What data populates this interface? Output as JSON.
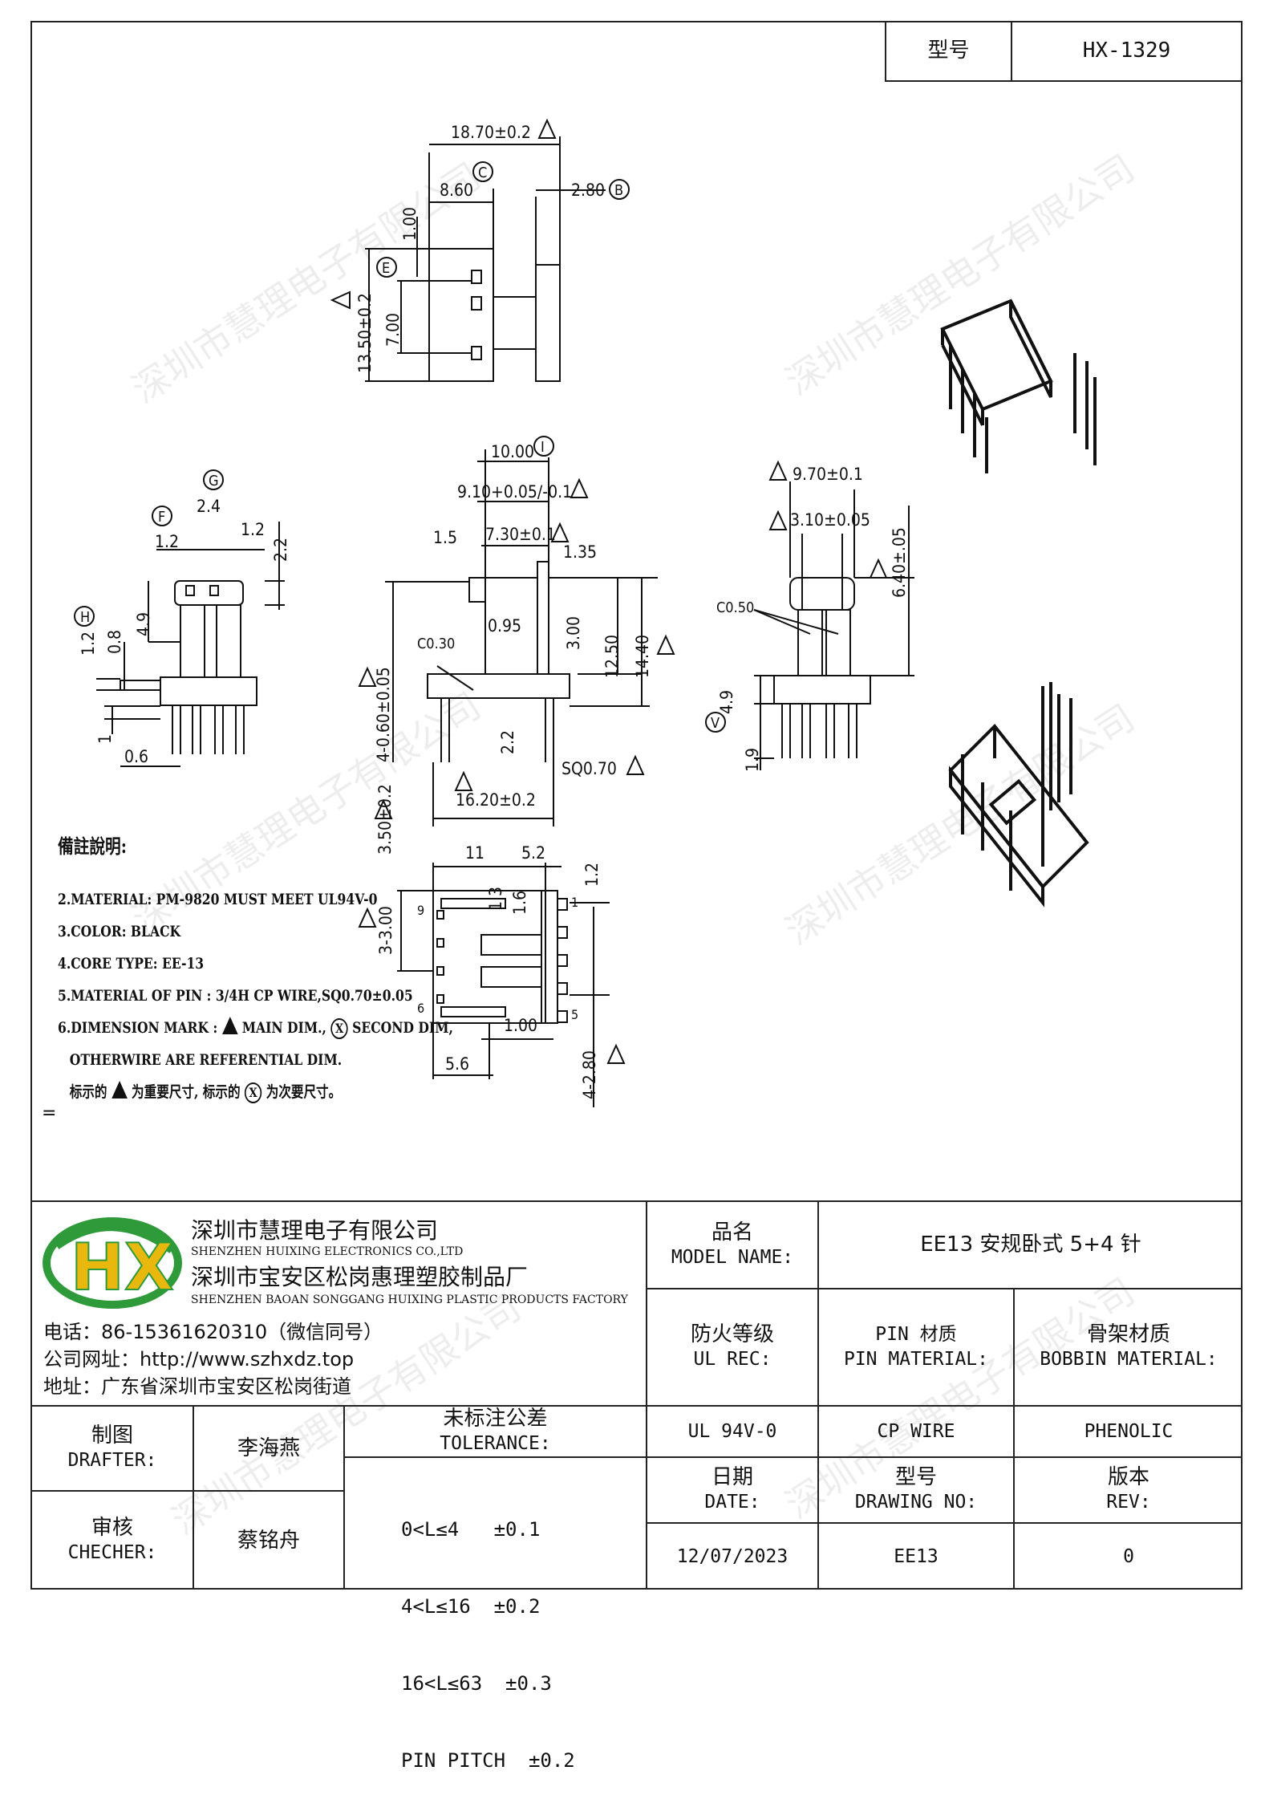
{
  "header": {
    "model_label": "型号",
    "model_value": "HX-1329"
  },
  "watermark": "深圳市慧理电子有限公司",
  "drawing": {
    "top_view": {
      "dim_width": "18.70±0.2",
      "dim_86": "8.60",
      "dim_280": "2.80",
      "dim_100": "1.00",
      "dim_height": "13.50±0.2",
      "dim_700": "7.00",
      "mark_c": "C",
      "mark_b": "B",
      "mark_e": "E"
    },
    "left_view": {
      "dim_24": "2.4",
      "dim_12a": "1.2",
      "dim_12b": "1.2",
      "dim_22": "2.2",
      "dim_49": "4.9",
      "dim_08": "0.8",
      "dim_12c": "1.2",
      "dim_1": "1",
      "dim_06": "0.6",
      "mark_g": "G",
      "mark_f": "F",
      "mark_h": "H"
    },
    "front_view": {
      "dim_1000": "10.00",
      "dim_910": "9.10+0.05/-0.1",
      "dim_15": "1.5",
      "dim_730": "7.30±0.1",
      "dim_135": "1.35",
      "dim_c030": "C0.30",
      "dim_095": "0.95",
      "dim_300": "3.00",
      "dim_1250": "12.50",
      "dim_1440": "14.40",
      "dim_pin": "4-0.60±0.05",
      "dim_22": "2.2",
      "dim_sq": "SQ0.70",
      "dim_1620": "16.20±0.2",
      "dim_350": "3.50±0.2",
      "mark_i": "I"
    },
    "right_view": {
      "dim_970": "9.70±0.1",
      "dim_310": "3.10±0.05",
      "dim_640": "6.40±.05",
      "dim_c050": "C0.50",
      "dim_49": "4.9",
      "dim_19": "1.9",
      "mark_v": "V"
    },
    "bottom_view": {
      "dim_11": "11",
      "dim_52": "5.2",
      "dim_13": "1.3",
      "dim_16": "1.6",
      "dim_12": "1.2",
      "dim_3300": "3-3.00",
      "dim_100": "1.00",
      "dim_56": "5.6",
      "dim_4280": "4-2.80",
      "pin_9": "9",
      "pin_6": "6",
      "pin_1": "1",
      "pin_5": "5"
    }
  },
  "notes": {
    "heading": "備註說明:",
    "items": [
      "2.MATERIAL: PM-9820 MUST MEET UL94V-0",
      "3.COLOR:  BLACK",
      "4.CORE TYPE: EE-13",
      "5.MATERIAL OF PIN : 3/4H CP WIRE,SQ0.70±0.05",
      "6.DIMENSION MARK :",
      "OTHERWIRE ARE REFERENTIAL DIM.",
      "标示的",
      "为重要尺寸, 标示的",
      "为次要尺寸。"
    ],
    "main_dim": "MAIN DIM.,",
    "second_dim": "SECOND DIM,",
    "mark_x": "X",
    "equals": "="
  },
  "company": {
    "logo_text": "HX",
    "name_cn": "深圳市慧理电子有限公司",
    "name_en": "SHENZHEN HUIXING ELECTRONICS CO.,LTD",
    "factory_cn": "深圳市宝安区松岗惠理塑胶制品厂",
    "factory_en": "SHENZHEN BAOAN SONGGANG HUIXING PLASTIC PRODUCTS FACTORY",
    "phone": "电话：86-15361620310（微信同号）",
    "website": "公司网址：http://www.szhxdz.top",
    "address": "地址：广东省深圳市宝安区松岗街道"
  },
  "title_block": {
    "model_name_cn": "品名",
    "model_name_en": "MODEL NAME:",
    "model_name_value": "EE13 安规卧式 5+4 针",
    "ul_cn": "防火等级",
    "ul_en": "UL REC:",
    "ul_value": "UL 94V-0",
    "pin_cn": "PIN 材质",
    "pin_en": "PIN MATERIAL:",
    "pin_value": "CP WIRE",
    "bobbin_cn": "骨架材质",
    "bobbin_en": "BOBBIN MATERIAL:",
    "bobbin_value": "PHENOLIC",
    "drafter_cn": "制图",
    "drafter_en": "DRAFTER:",
    "drafter_value": "李海燕",
    "checker_cn": "审核",
    "checker_en": "CHECHER:",
    "checker_value": "蔡铭舟",
    "tolerance_cn": "未标注公差",
    "tolerance_en": "TOLERANCE:",
    "tolerance_lines": [
      "0<L≤4   ±0.1",
      "4<L≤16  ±0.2",
      "16<L≤63  ±0.3",
      "PIN PITCH  ±0.2"
    ],
    "date_cn": "日期",
    "date_en": "DATE:",
    "date_value": "12/07/2023",
    "drawing_no_cn": "型号",
    "drawing_no_en": "DRAWING NO:",
    "drawing_no_value": "EE13",
    "rev_cn": "版本",
    "rev_en": "REV:",
    "rev_value": "0"
  }
}
